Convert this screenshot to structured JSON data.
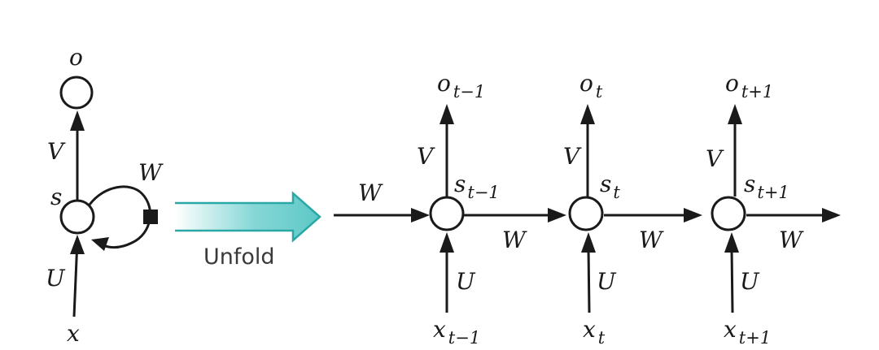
{
  "colors": {
    "stroke": "#1a1a1a",
    "unfold_arrow_fill": "#6fd0cf",
    "unfold_arrow_stroke": "#2aa8a6",
    "background": "#ffffff"
  },
  "folded": {
    "output": "o",
    "hidden": "s",
    "input": "x",
    "weight_out": "V",
    "weight_in": "U",
    "weight_recurrent": "W"
  },
  "unfold_label": "Unfold",
  "unrolled": {
    "incoming_weight": "W",
    "steps": [
      {
        "output": "o",
        "output_sub": "t−1",
        "hidden": "s",
        "hidden_sub": "t−1",
        "input": "x",
        "input_sub": "t−1",
        "weight_out": "V",
        "weight_in": "U",
        "weight_next": "W"
      },
      {
        "output": "o",
        "output_sub": "t",
        "hidden": "s",
        "hidden_sub": "t",
        "input": "x",
        "input_sub": "t",
        "weight_out": "V",
        "weight_in": "U",
        "weight_next": "W"
      },
      {
        "output": "o",
        "output_sub": "t+1",
        "hidden": "s",
        "hidden_sub": "t+1",
        "input": "x",
        "input_sub": "t+1",
        "weight_out": "V",
        "weight_in": "U",
        "weight_next": "W"
      }
    ]
  }
}
